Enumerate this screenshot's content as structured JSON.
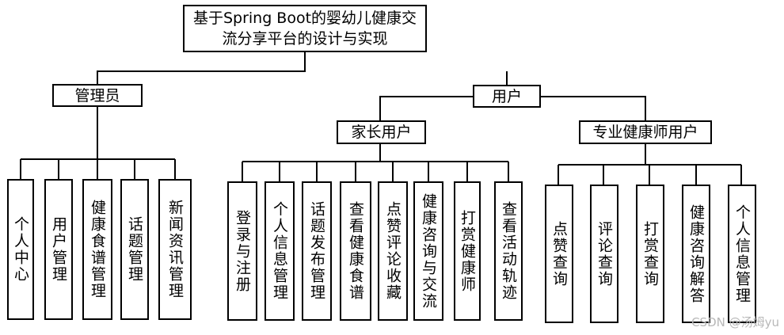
{
  "root": {
    "line1": "基于Spring Boot的婴幼儿健康交",
    "line2": "流分享平台的设计与实现"
  },
  "admin": {
    "label": "管理员",
    "items": [
      "个人中心",
      "用户管理",
      "健康食谱管理",
      "话题管理",
      "新闻资讯管理"
    ]
  },
  "user": {
    "label": "用户",
    "parent": {
      "label": "家长用户",
      "items": [
        "登录与注册",
        "个人信息管理",
        "话题发布管理",
        "查看健康食谱",
        "点赞评论收藏",
        "健康咨询与交流",
        "打赏健康师",
        "查看活动轨迹"
      ]
    },
    "expert": {
      "label": "专业健康师用户",
      "items": [
        "点赞查询",
        "评论查询",
        "打赏查询",
        "健康咨询解答",
        "个人信息管理"
      ]
    }
  },
  "watermark": "CSDN @汤姆yu"
}
